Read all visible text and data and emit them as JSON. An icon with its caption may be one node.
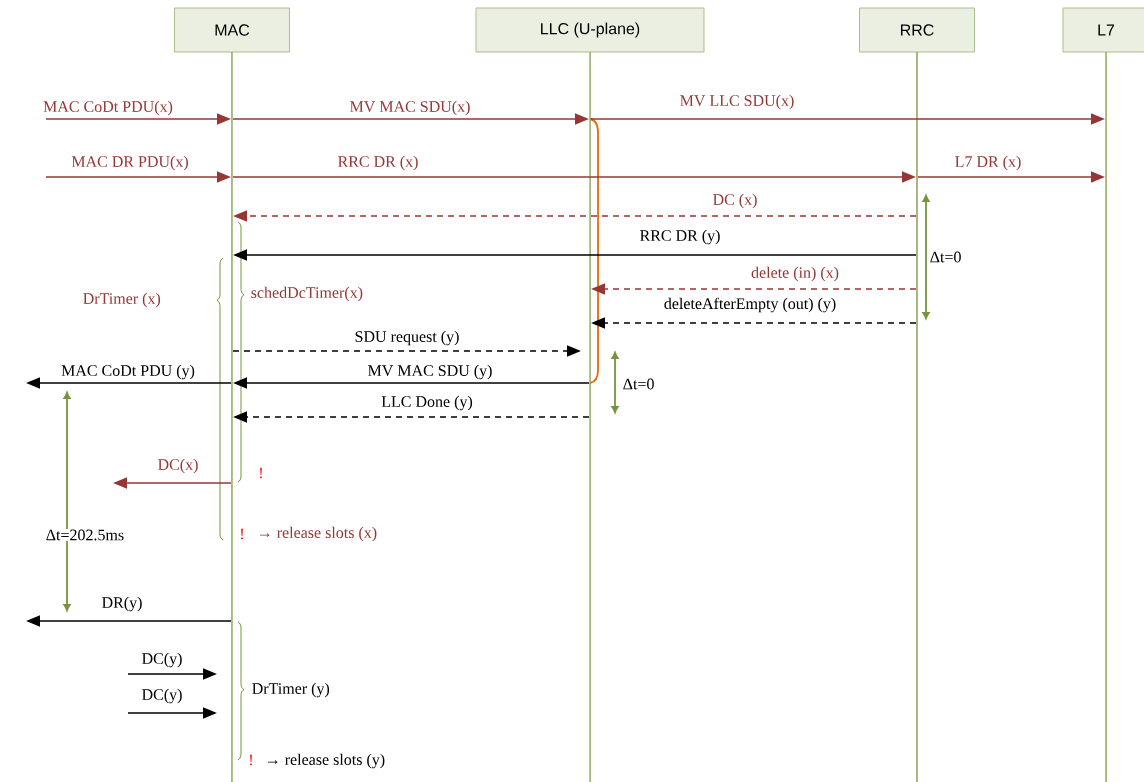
{
  "diagram": {
    "nodes": [
      {
        "text": [
          "MAC"
        ]
      },
      {
        "text": [
          "LLC (U-plane)"
        ]
      },
      {
        "text": [
          "RRC"
        ]
      },
      {
        "text": [
          "L7"
        ]
      },
      {
        "text": [],
        "shape": "line"
      },
      {
        "text": [],
        "shape": "line"
      },
      {
        "text": [],
        "shape": "line"
      },
      {
        "text": [],
        "shape": "line"
      }
    ],
    "edges": [
      {
        "from": null,
        "to": 4,
        "arrow": "to",
        "label": "MAC CoDt PDU(x)",
        "color": "#953735"
      },
      {
        "from": 4,
        "to": 5,
        "arrow": "to",
        "label": "MV MAC SDU(x)",
        "color": "#953735"
      },
      {
        "from": 5,
        "to": 7,
        "arrow": "to",
        "label": "MV LLC SDU(x)",
        "color": "#953735"
      },
      {
        "from": null,
        "to": 4,
        "arrow": "to",
        "label": "MAC DR PDU(x)",
        "color": "#953735"
      },
      {
        "from": 4,
        "to": 6,
        "arrow": "to",
        "label": "RRC DR (x)",
        "color": "#953735"
      },
      {
        "from": 6,
        "to": 7,
        "arrow": "to",
        "label": "L7 DR (x)",
        "color": "#953735"
      },
      {
        "from": 6,
        "to": 4,
        "arrow": "to",
        "label": "DC (x)",
        "style": "dashed",
        "color": "#953735"
      },
      {
        "from": 6,
        "to": 4,
        "arrow": "to",
        "label": "RRC DR (y)",
        "color": "#000000"
      },
      {
        "from": 6,
        "to": 5,
        "arrow": "to",
        "label": "delete (in) (x)",
        "style": "dashed",
        "color": "#953735"
      },
      {
        "from": 6,
        "to": 5,
        "arrow": "to",
        "label": "deleteAfterEmpty (out) (y)",
        "style": "dashed",
        "color": "#000000"
      },
      {
        "from": 4,
        "to": 5,
        "arrow": "to",
        "label": "SDU request (y)",
        "style": "dashed",
        "color": "#000000"
      },
      {
        "from": 4,
        "to": null,
        "arrow": "to",
        "label": "MAC CoDt PDU (y)",
        "color": "#000000"
      },
      {
        "from": 5,
        "to": 4,
        "arrow": "to",
        "label": "MV MAC SDU (y)",
        "color": "#000000"
      },
      {
        "from": 5,
        "to": 4,
        "arrow": "to",
        "label": "LLC Done (y)",
        "style": "dashed",
        "color": "#000000"
      },
      {
        "from": 4,
        "to": null,
        "arrow": "to",
        "label": "DC(x)",
        "color": "#953735"
      },
      {
        "from": 4,
        "to": null,
        "arrow": "to",
        "label": "DR(y)",
        "color": "#000000"
      },
      {
        "from": null,
        "to": 4,
        "arrow": "to",
        "label": "DC(y)",
        "color": "#000000"
      },
      {
        "from": null,
        "to": 4,
        "arrow": "to",
        "label": "DC(y)",
        "color": "#000000"
      }
    ],
    "labels": [
      "Δt=0",
      "DrTimer (x)",
      "schedDcTimer(x)",
      "Δt=0",
      "!",
      "Δt=202.5ms",
      "!",
      "→ release slots (x)",
      "DrTimer (y)",
      "!",
      "→ release slots (y)"
    ]
  }
}
